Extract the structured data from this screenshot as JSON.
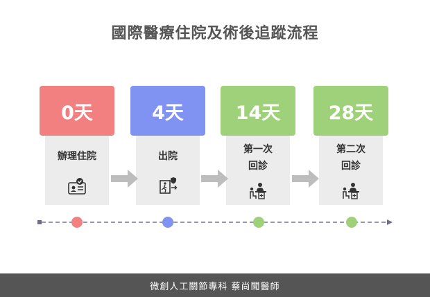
{
  "title": "國際醫療住院及術後追蹤流程",
  "steps": [
    {
      "day": "0天",
      "label_lines": [
        "辦理住院"
      ],
      "color": "#f28080",
      "icon": "id-card-check-icon"
    },
    {
      "day": "4天",
      "label_lines": [
        "出院"
      ],
      "color": "#8092f2",
      "icon": "exit-door-shield-icon"
    },
    {
      "day": "14天",
      "label_lines": [
        "第一次",
        "回診"
      ],
      "color": "#9fd17a",
      "icon": "doctor-consult-icon"
    },
    {
      "day": "28天",
      "label_lines": [
        "第二次",
        "回診"
      ],
      "color": "#9fd17a",
      "icon": "doctor-consult-icon"
    }
  ],
  "timeline": {
    "line_color": "#8a8aa0",
    "dot_colors": [
      "#f28080",
      "#8092f2",
      "#9fd17a",
      "#9fd17a"
    ]
  },
  "arrow_color": "#bdbdbd",
  "footer": "微創人工關節專科  蔡尚聞醫師"
}
